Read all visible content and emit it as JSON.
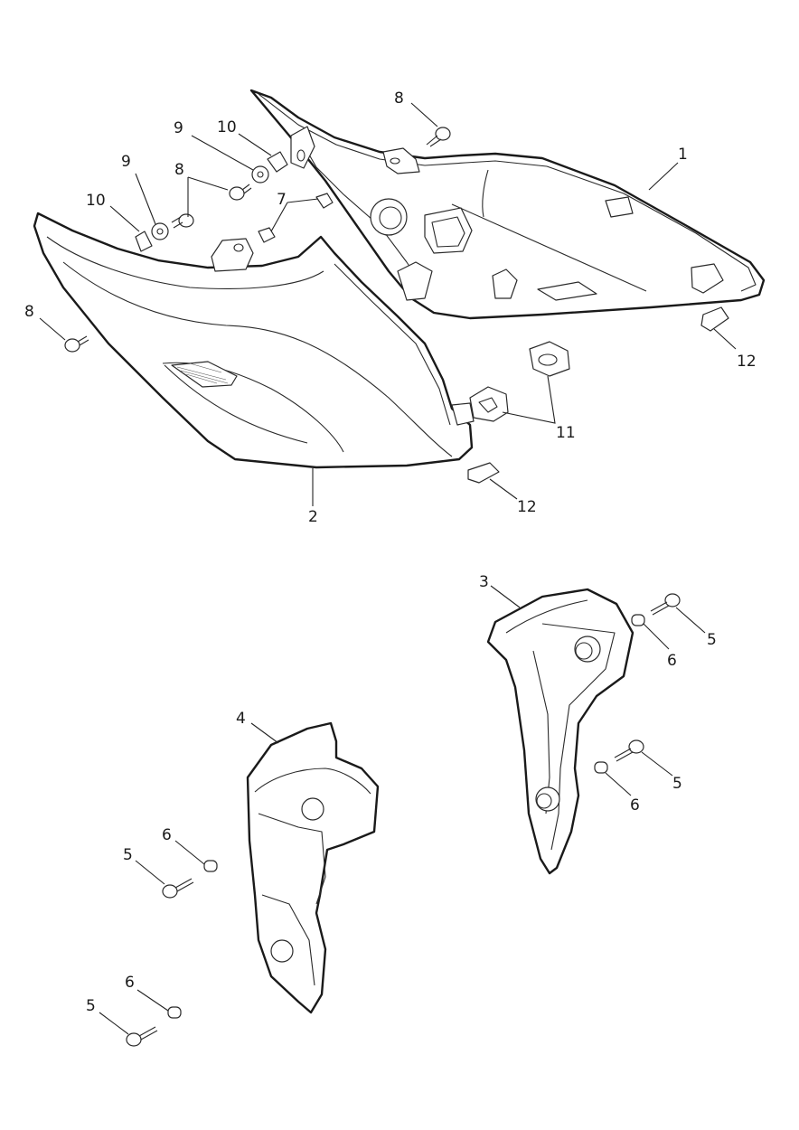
{
  "diagram": {
    "callouts": [
      {
        "id": "c1",
        "label": "1"
      },
      {
        "id": "c2",
        "label": "2"
      },
      {
        "id": "c3",
        "label": "3"
      },
      {
        "id": "c4",
        "label": "4"
      },
      {
        "id": "c5a",
        "label": "5"
      },
      {
        "id": "c5b",
        "label": "5"
      },
      {
        "id": "c5c",
        "label": "5"
      },
      {
        "id": "c5d",
        "label": "5"
      },
      {
        "id": "c6a",
        "label": "6"
      },
      {
        "id": "c6b",
        "label": "6"
      },
      {
        "id": "c6c",
        "label": "6"
      },
      {
        "id": "c6d",
        "label": "6"
      },
      {
        "id": "c7",
        "label": "7"
      },
      {
        "id": "c8a",
        "label": "8"
      },
      {
        "id": "c8b",
        "label": "8"
      },
      {
        "id": "c8c",
        "label": "8"
      },
      {
        "id": "c9a",
        "label": "9"
      },
      {
        "id": "c9b",
        "label": "9"
      },
      {
        "id": "c10a",
        "label": "10"
      },
      {
        "id": "c10b",
        "label": "10"
      },
      {
        "id": "c11",
        "label": "11"
      },
      {
        "id": "c12a",
        "label": "12"
      },
      {
        "id": "c12b",
        "label": "12"
      }
    ]
  }
}
